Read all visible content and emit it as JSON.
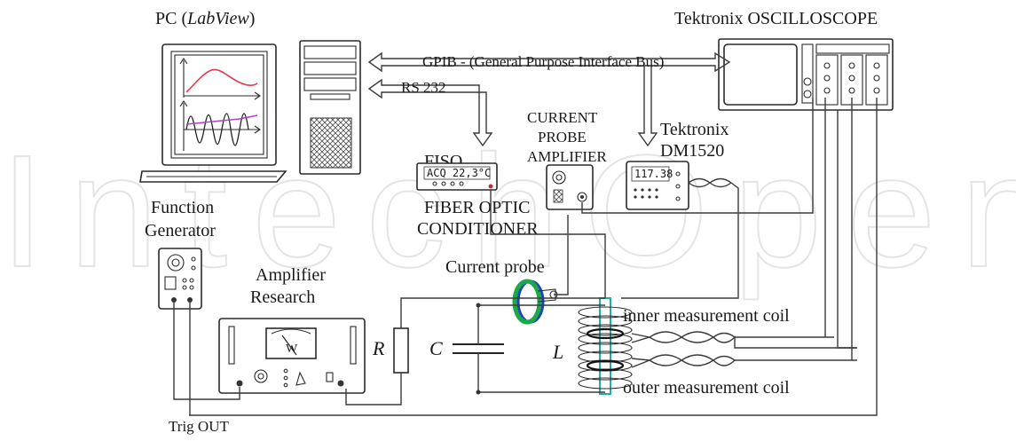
{
  "labels": {
    "pc": "PC (",
    "pc_italic": "LabView",
    "pc_close": ")",
    "oscilloscope": "Tektronix OSCILLOSCOPE",
    "gpib": "GPIB - (General Purpose Interface Bus)",
    "rs232": "RS 232",
    "current_probe_amp_1": "CURRENT",
    "current_probe_amp_2": "PROBE",
    "current_probe_amp_3": "AMPLIFIER",
    "dm_1": "Tektronix",
    "dm_2": "DM1520",
    "fiso": "FISO",
    "fiber_1": "FIBER OPTIC",
    "fiber_2": "CONDITIONER",
    "func_1": "Function",
    "func_2": "Generator",
    "amp_1": "Amplifier",
    "amp_2": "Research",
    "current_probe": "Current probe",
    "r": "R",
    "c": "C",
    "l": "L",
    "inner_coil": "inner measurement coil",
    "outer_coil": "outer measurement coil",
    "trig_out": "Trig OUT"
  },
  "displays": {
    "fiso_readout": "ACQ 22,3°C",
    "dm_readout": "117.38",
    "amp_meter": "W"
  },
  "watermark": "IntechOpen",
  "colors": {
    "lcd_text": "#1a3fd0",
    "probe_ring_green": "#1ea84a",
    "probe_ring_blue": "#1f3fbf",
    "coil_core": "#20b0a8",
    "pc_curve_red": "#e23a4a",
    "pc_curve_purple": "#b040c0"
  }
}
